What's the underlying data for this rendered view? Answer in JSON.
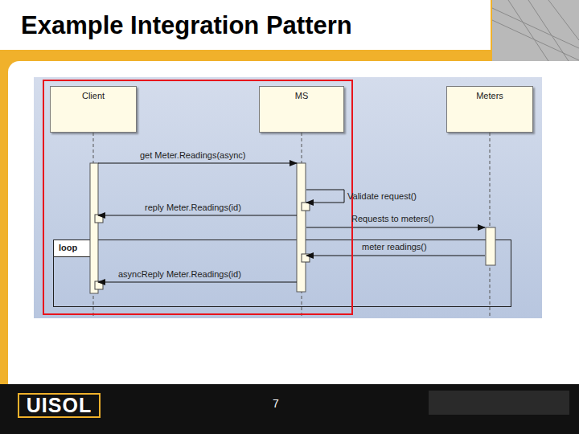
{
  "diagram": {
    "title": "Example Integration Pattern",
    "nodes": [
      {
        "text": [
          "Client"
        ]
      },
      {
        "text": [
          "MS"
        ]
      },
      {
        "text": [
          "Meters"
        ]
      },
      {
        "text": [
          "loop"
        ]
      }
    ],
    "edges": [
      {
        "from": 0,
        "to": 1,
        "arrow": "to",
        "label": "get Meter.Readings(async)"
      },
      {
        "from": 1,
        "to": 1,
        "arrow": "to",
        "label": "Validate request()"
      },
      {
        "from": 1,
        "to": 0,
        "arrow": "to",
        "label": "reply Meter.Readings(id)"
      },
      {
        "from": 1,
        "to": 2,
        "arrow": "to",
        "label": "Requests to meters()"
      },
      {
        "from": 2,
        "to": 1,
        "arrow": "to",
        "label": "meter readings()"
      },
      {
        "from": 1,
        "to": 0,
        "arrow": "to",
        "label": "asyncReply Meter.Readings(id)"
      }
    ],
    "labels": [
      "UISOL",
      "7"
    ]
  }
}
